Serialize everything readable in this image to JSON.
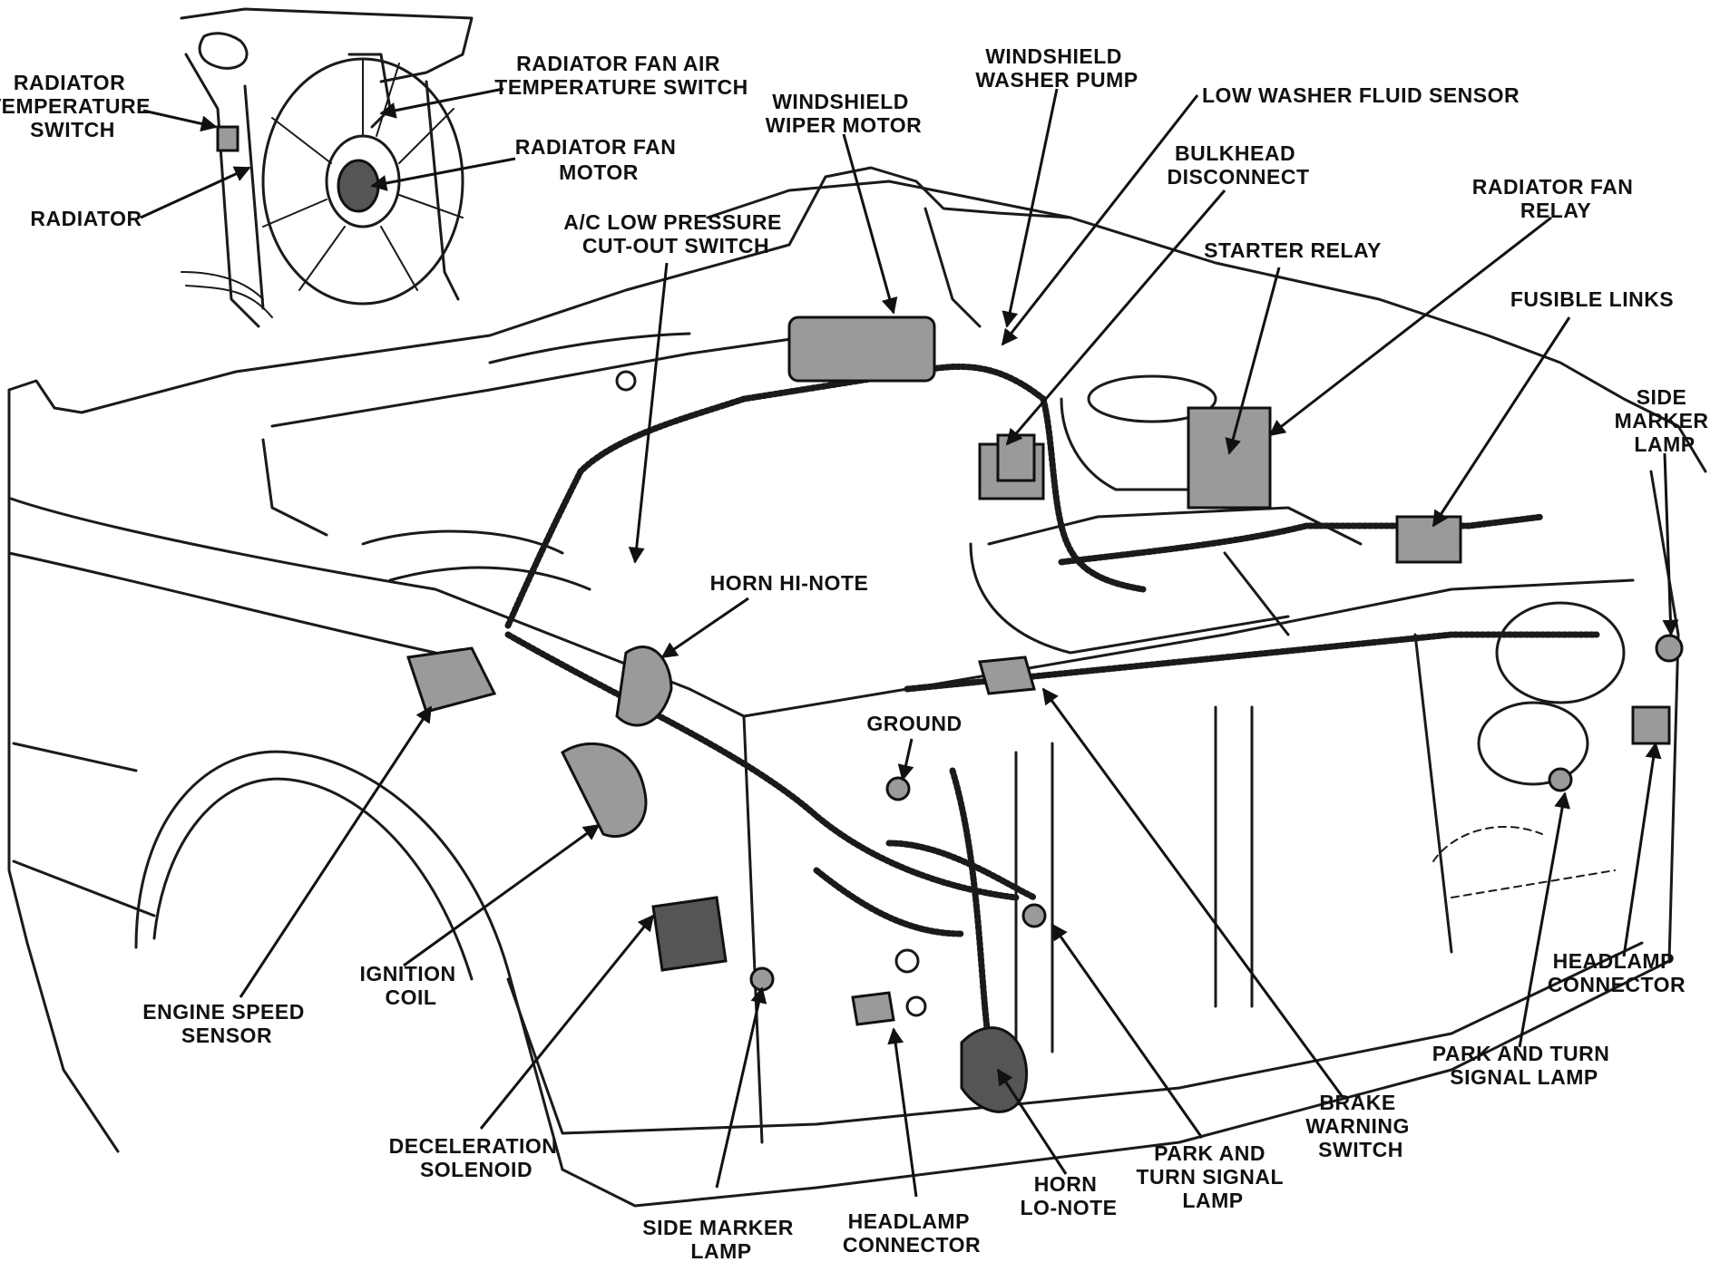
{
  "labels": {
    "radiator_temperature_switch": [
      "RADIATOR",
      "TEMPERATURE",
      "SWITCH"
    ],
    "radiator": [
      "RADIATOR"
    ],
    "radiator_fan_air_temperature_switch": [
      "RADIATOR FAN AIR",
      "TEMPERATURE SWITCH"
    ],
    "radiator_fan_motor": [
      "RADIATOR FAN",
      "MOTOR"
    ],
    "ac_low_pressure_cutout_switch": [
      "A/C LOW PRESSURE",
      "CUT-OUT SWITCH"
    ],
    "windshield_wiper_motor": [
      "WINDSHIELD",
      "WIPER MOTOR"
    ],
    "windshield_washer_pump": [
      "WINDSHIELD",
      "WASHER PUMP"
    ],
    "low_washer_fluid_sensor": [
      "LOW WASHER FLUID SENSOR"
    ],
    "bulkhead_disconnect": [
      "BULKHEAD",
      "DISCONNECT"
    ],
    "starter_relay": [
      "STARTER RELAY"
    ],
    "radiator_fan_relay": [
      "RADIATOR FAN",
      "RELAY"
    ],
    "fusible_links": [
      "FUSIBLE LINKS"
    ],
    "side_marker_lamp_right": [
      "SIDE",
      "MARKER",
      "LAMP"
    ],
    "horn_hi_note": [
      "HORN HI-NOTE"
    ],
    "ground": [
      "GROUND"
    ],
    "engine_speed_sensor": [
      "ENGINE SPEED",
      "SENSOR"
    ],
    "ignition_coil": [
      "IGNITION",
      "COIL"
    ],
    "deceleration_solenoid": [
      "DECELERATION",
      "SOLENOID"
    ],
    "side_marker_lamp_left": [
      "SIDE MARKER",
      "LAMP"
    ],
    "headlamp_connector_left": [
      "HEADLAMP",
      "CONNECTOR"
    ],
    "horn_lo_note": [
      "HORN",
      "LO-NOTE"
    ],
    "park_turn_signal_lamp_left": [
      "PARK AND",
      "TURN SIGNAL",
      "LAMP"
    ],
    "brake_warning_switch": [
      "BRAKE",
      "WARNING",
      "SWITCH"
    ],
    "park_turn_signal_lamp_right": [
      "PARK AND TURN",
      "SIGNAL LAMP"
    ],
    "headlamp_connector_right": [
      "HEADLAMP",
      "CONNECTOR"
    ]
  }
}
